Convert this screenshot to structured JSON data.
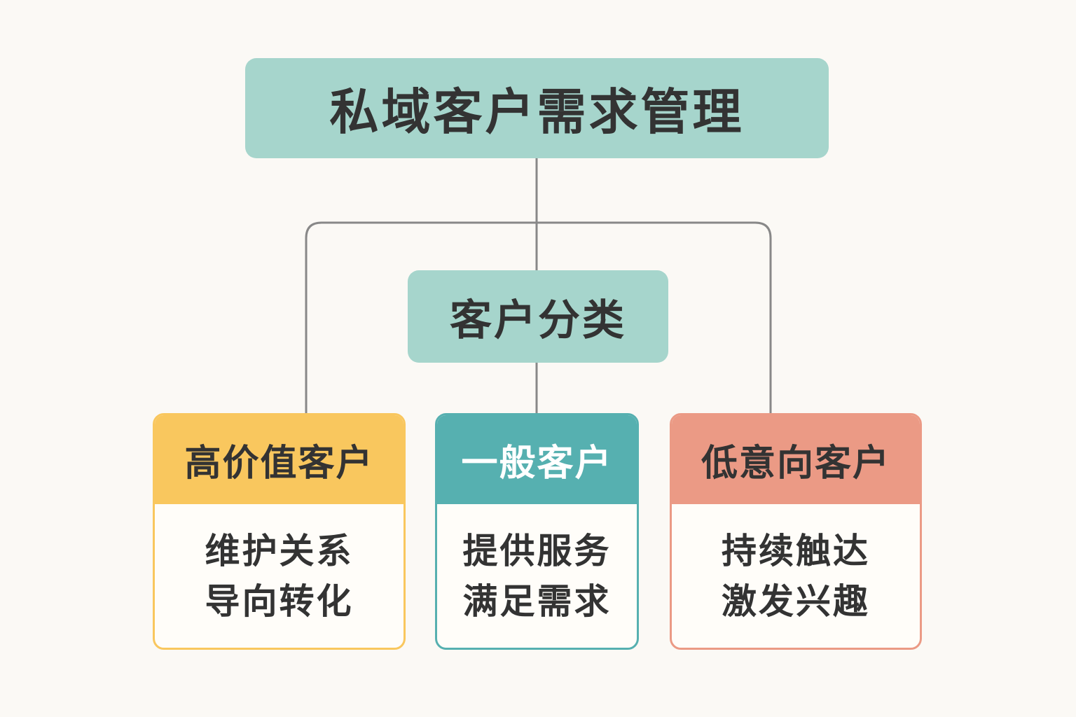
{
  "title": "私域客户需求管理",
  "category": "客户分类",
  "colors": {
    "node": "#a6d5cc",
    "line": "#888888",
    "high": "#f9c75e",
    "normal": "#56b0b0",
    "low": "#eb9a85"
  },
  "groups": [
    {
      "name": "高价值客户",
      "lines": [
        "维护关系",
        "导向转化"
      ]
    },
    {
      "name": "一般客户",
      "lines": [
        "提供服务",
        "满足需求"
      ]
    },
    {
      "name": "低意向客户",
      "lines": [
        "持续触达",
        "激发兴趣"
      ]
    }
  ]
}
